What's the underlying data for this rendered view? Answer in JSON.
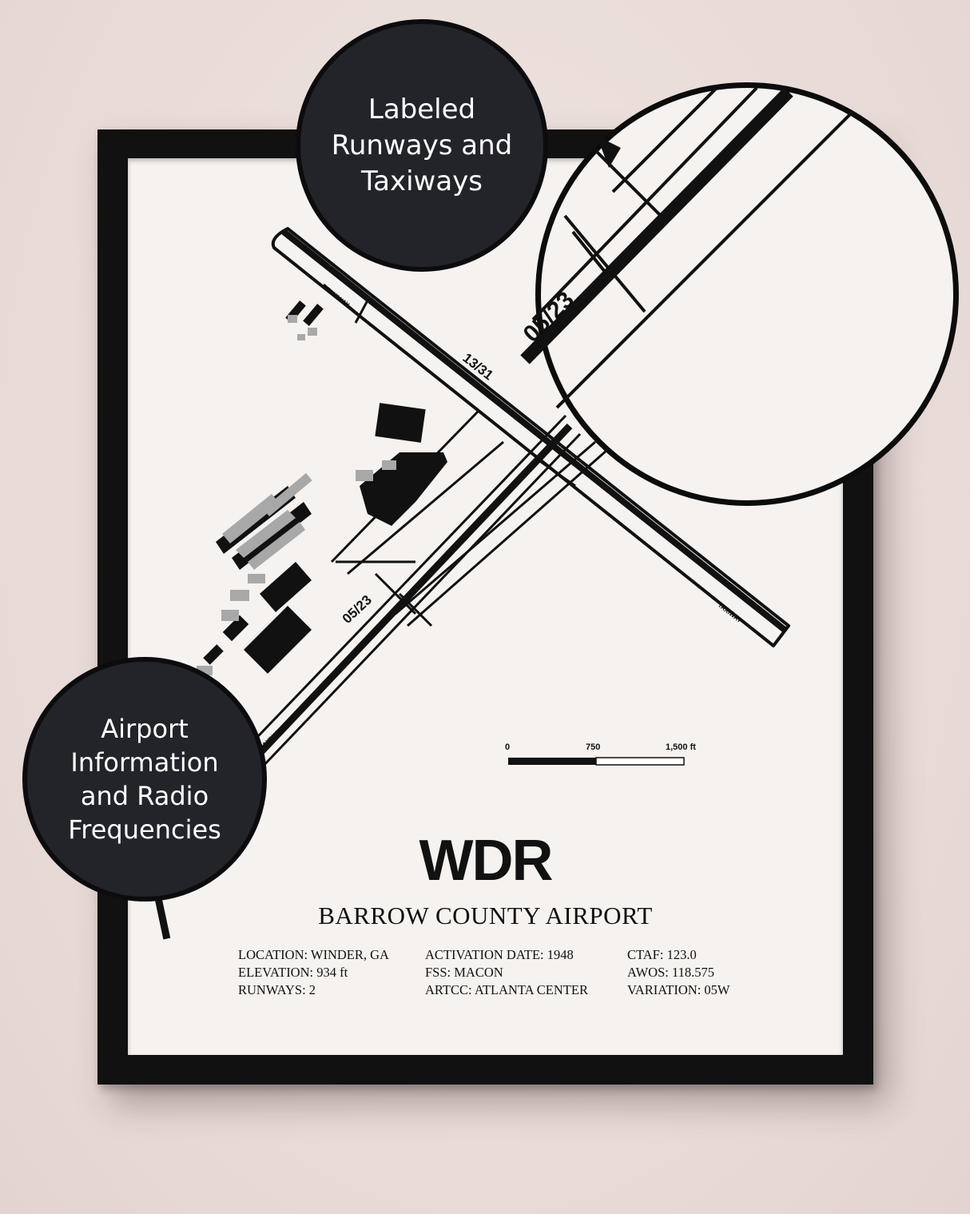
{
  "poster": {
    "airport_code": "WDR",
    "airport_name": "BARROW COUNTY AIRPORT",
    "info_columns": [
      [
        "LOCATION: WINDER, GA",
        "ELEVATION: 934 ft",
        "RUNWAYS: 2"
      ],
      [
        "ACTIVATION DATE: 1948",
        "FSS: MACON",
        "ARTCC: ATLANTA CENTER"
      ],
      [
        "CTAF: 123.0",
        "AWOS: 118.575",
        "VARIATION: 05W"
      ]
    ],
    "scale_bar": {
      "labels": [
        "0",
        "750",
        "1,500 ft"
      ]
    },
    "map_labels": {
      "runway_1": "13/31",
      "runway_2": "05/23",
      "taxiway": "TAXIWAY",
      "magnified_runway": "05/23"
    }
  },
  "callouts": {
    "top": {
      "lines": [
        "Labeled",
        "Runways and",
        "Taxiways"
      ]
    },
    "left": {
      "lines": [
        "Airport",
        "Information",
        "and Radio",
        "Frequencies"
      ]
    }
  },
  "colors": {
    "wall": "#ecdfdc",
    "frame": "#111111",
    "paper": "#f5f2ef",
    "bubble": "#22242a",
    "ink": "#111111",
    "gray": "#a8a8a8"
  }
}
